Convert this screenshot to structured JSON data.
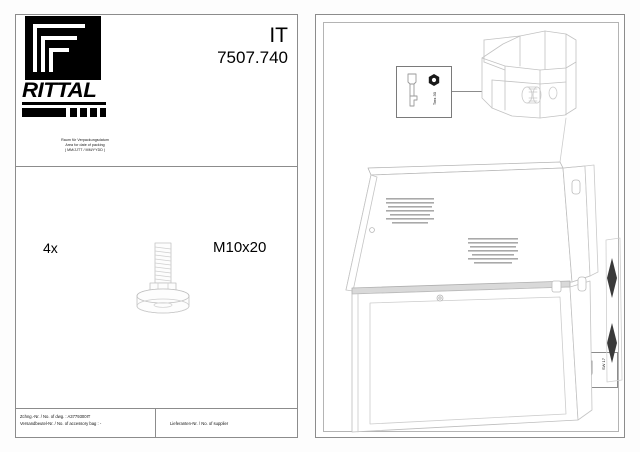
{
  "document": {
    "type": "assembly-instruction-sheet",
    "brand": "RITTAL",
    "title": "IT",
    "part_number": "7507.740"
  },
  "logo": {
    "wordmark": "RITTAL"
  },
  "packing_note": {
    "line1": "Raum für Verpackungsdatum",
    "line2": "Area for date of packing",
    "line3": "( MM/JJTT / MM/YYDD )"
  },
  "parts": {
    "quantity": "4x",
    "size": "M10x20",
    "item_name": "levelling-foot-screw"
  },
  "title_block": {
    "drawing_label": "Zchng.-Nr. / No. of dwg. :",
    "drawing_value": "A3779300IT",
    "bag_label": "Versandbeutel-Nr. / No. of accessory bag :",
    "bag_value": "-",
    "supplier_label": "Lieferanten-Nr. / No. of supplier",
    "supplier_value": ""
  },
  "callouts": {
    "torx_label": "Torx 30",
    "wrench_label": "SW 17"
  },
  "colors": {
    "frame": "#8c8c8c",
    "line": "#b4b4b4",
    "logo": "#000000",
    "paper": "#ffffff"
  }
}
